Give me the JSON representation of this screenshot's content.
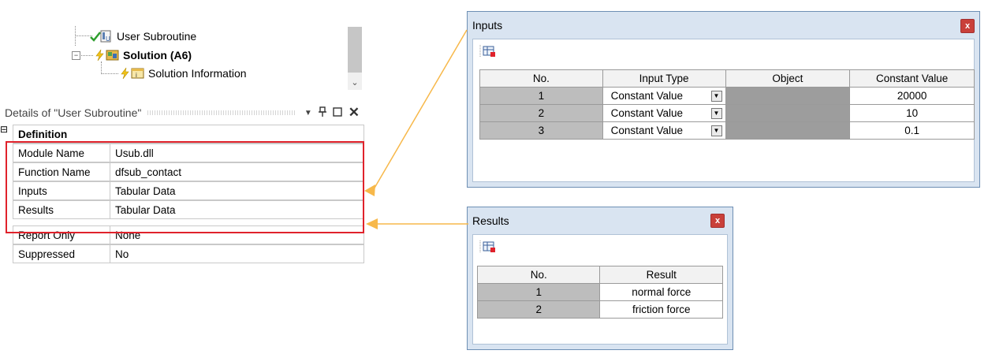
{
  "tree": {
    "items": [
      {
        "label": "User Subroutine",
        "bold": false
      },
      {
        "label": "Solution (A6)",
        "bold": true
      },
      {
        "label": "Solution Information",
        "bold": false
      }
    ]
  },
  "details": {
    "title": "Details of \"User Subroutine\"",
    "section": "Definition",
    "rows": [
      {
        "prop": "Module Name",
        "value": "Usub.dll"
      },
      {
        "prop": "Function Name",
        "value": "dfsub_contact"
      },
      {
        "prop": "Inputs",
        "value": "Tabular Data"
      },
      {
        "prop": "Results",
        "value": "Tabular Data"
      },
      {
        "prop": "Report Only",
        "value": "None"
      },
      {
        "prop": "Suppressed",
        "value": "No"
      }
    ]
  },
  "inputs_window": {
    "title": "Inputs",
    "close": "x",
    "columns": [
      "No.",
      "Input Type",
      "Object",
      "Constant Value"
    ],
    "rows": [
      {
        "no": "1",
        "type": "Constant Value",
        "value": "20000"
      },
      {
        "no": "2",
        "type": "Constant Value",
        "value": "10"
      },
      {
        "no": "3",
        "type": "Constant Value",
        "value": "0.1"
      }
    ]
  },
  "results_window": {
    "title": "Results",
    "close": "x",
    "columns": [
      "No.",
      "Result"
    ],
    "rows": [
      {
        "no": "1",
        "result": "normal force"
      },
      {
        "no": "2",
        "result": "friction force"
      }
    ]
  },
  "colors": {
    "highlight_box": "#e0222b",
    "arrow": "#f7b84a",
    "window_bg": "#d9e4f1",
    "close_button": "#c9403a"
  },
  "icons": [
    "check-icon",
    "user-subroutine-icon",
    "lightning-icon",
    "solution-icon",
    "solution-information-icon",
    "dropdown-icon",
    "pin-icon",
    "maximize-icon",
    "close-icon",
    "table-add-icon"
  ]
}
